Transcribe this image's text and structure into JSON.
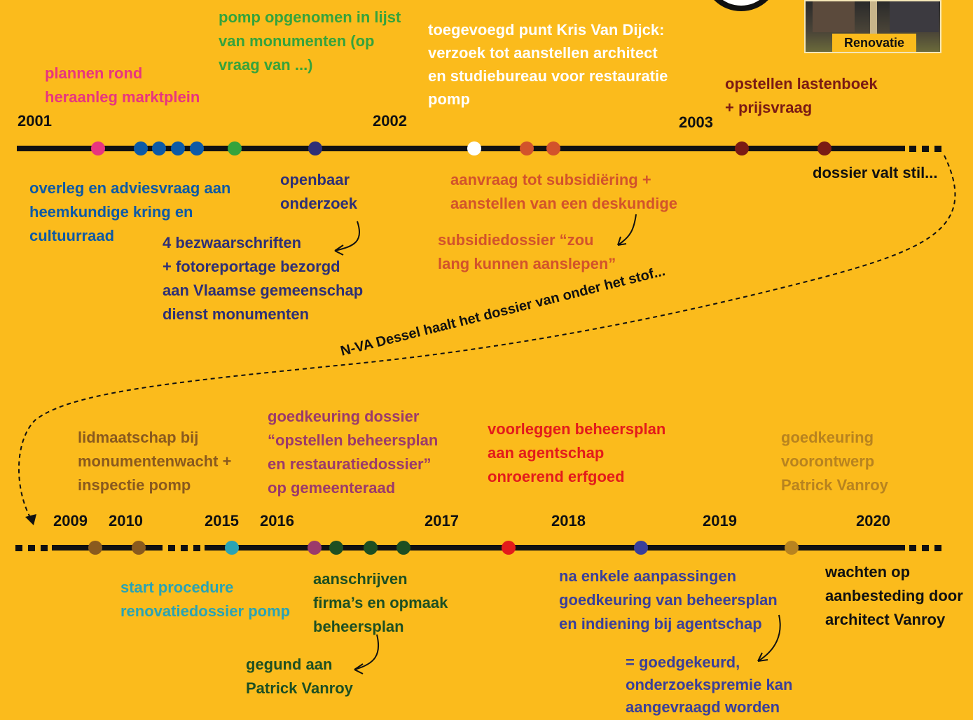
{
  "colors": {
    "background": "#fbbb1c",
    "line": "#111111",
    "pink": "#e8357f",
    "blue": "#0d5aa6",
    "green": "#35a33c",
    "navy": "#2e2f76",
    "orange": "#d2532b",
    "maroon": "#7a1a14",
    "brown": "#8a5a1e",
    "teal": "#2aa3b4",
    "purple": "#9b3a6b",
    "darkgreen": "#1d4f22",
    "red": "#e31b1b",
    "indigo": "#3a3f9a",
    "gold": "#b8831f"
  },
  "photo": {
    "caption": "Renovatie pomp"
  },
  "top_timeline": {
    "years": [
      "2001",
      "2002",
      "2003"
    ],
    "ending": "dossier valt stil...",
    "events": [
      {
        "text": "plannen rond\nheraanleg marktplein",
        "color": "pink"
      },
      {
        "text": "overleg en adviesvraag aan\nheemkundige kring en\ncultuurraad",
        "color": "blue"
      },
      {
        "text": "pomp opgenomen in lijst\nvan monumenten (op\nvraag van ...)",
        "color": "green"
      },
      {
        "text": "openbaar\nonderzoek",
        "color": "navy"
      },
      {
        "text": "4 bezwaarschriften\n+ fotoreportage bezorgd\naan Vlaamse gemeenschap\ndienst monumenten",
        "color": "navy"
      },
      {
        "text": "toegevoegd punt Kris Van Dijck:\nverzoek tot aanstellen architect\nen studiebureau voor restauratie\npomp",
        "color": "white"
      },
      {
        "text": "aanvraag tot subsidiëring +\naanstellen van een deskundige",
        "color": "orange"
      },
      {
        "text": "subsidiedossier “zou\nlang kunnen aanslepen”",
        "color": "orange"
      },
      {
        "text": "opstellen lastenboek\n+ prijsvraag",
        "color": "maroon"
      }
    ]
  },
  "transition": {
    "text": "N-VA Dessel haalt het dossier van onder het stof..."
  },
  "bottom_timeline": {
    "years": [
      "2009",
      "2010",
      "2015",
      "2016",
      "2017",
      "2018",
      "2019",
      "2020"
    ],
    "events": [
      {
        "text": "lidmaatschap bij\nmonumentenwacht +\ninspectie pomp",
        "color": "brown"
      },
      {
        "text": "start procedure\nrenovatiedossier pomp",
        "color": "teal"
      },
      {
        "text": "goedkeuring dossier\n“opstellen beheersplan\nen restauratiedossier”\nop gemeenteraad",
        "color": "purple"
      },
      {
        "text": "aanschrijven\nfirma’s en opmaak\nbeheersplan",
        "color": "darkgreen"
      },
      {
        "text": "gegund aan\nPatrick Vanroy",
        "color": "darkgreen"
      },
      {
        "text": "voorleggen beheersplan\naan agentschap\nonroerend erfgoed",
        "color": "red"
      },
      {
        "text": "na enkele aanpassingen\ngoedkeuring van beheersplan\nen indiening bij agentschap",
        "color": "indigo"
      },
      {
        "text": "= goedgekeurd,\nonderzoekspremie kan\naangevraagd worden",
        "color": "indigo"
      },
      {
        "text": "goedkeuring\nvoorontwerp\nPatrick Vanroy",
        "color": "gold"
      },
      {
        "text": "wachten op\naanbesteding door\narchitect Vanroy",
        "color": "line"
      }
    ]
  }
}
